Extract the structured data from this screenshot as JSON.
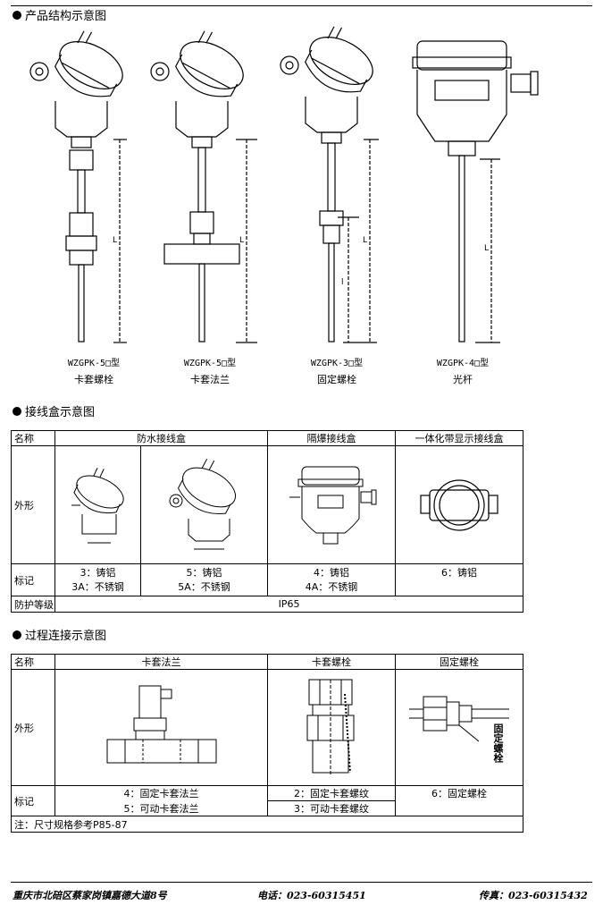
{
  "section1": {
    "title": "产品结构示意图",
    "dim_labels": [
      "L",
      "L",
      "l",
      "L",
      "L"
    ],
    "products": [
      {
        "model": "WZGPK-5□型",
        "desc": "卡套螺栓"
      },
      {
        "model": "WZGPK-5□型",
        "desc": "卡套法兰"
      },
      {
        "model": "WZGPK-3□型",
        "desc": "固定螺栓"
      },
      {
        "model": "WZGPK-4□型",
        "desc": "光杆"
      }
    ]
  },
  "section2": {
    "title": "接线盒示意图",
    "headers": {
      "name": "名称",
      "waterproof": "防水接线盒",
      "explosion": "隔爆接线盒",
      "integrated": "一体化带显示接线盒"
    },
    "row_labels": {
      "appearance": "外形",
      "mark": "标记",
      "protection": "防护等级"
    },
    "marks": {
      "c1": "3：铸铝",
      "c1b": "3A：不锈钢",
      "c2": "5：铸铝",
      "c2b": "5A：不锈钢",
      "c3": "4：铸铝",
      "c3b": "4A：不锈钢",
      "c4": "6：铸铝"
    },
    "protection_value": "IP65"
  },
  "section3": {
    "title": "过程连接示意图",
    "headers": {
      "name": "名称",
      "flange": "卡套法兰",
      "bolt": "卡套螺栓",
      "fixed": "固定螺栓"
    },
    "row_labels": {
      "appearance": "外形",
      "mark": "标记"
    },
    "marks": {
      "flange1": "4：固定卡套法兰",
      "flange2": "5：可动卡套法兰",
      "bolt1": "2：固定卡套螺纹",
      "bolt2": "3：可动卡套螺纹",
      "fixed1": "6：固定螺栓"
    },
    "note": "注：尺寸规格参考P85-87",
    "vertical_label": "固定螺栓"
  },
  "footer": {
    "address": "重庆市北碚区蔡家岗镇嘉德大道8号",
    "phone": "电话：023-60315451",
    "fax": "传真：023-60315432"
  }
}
